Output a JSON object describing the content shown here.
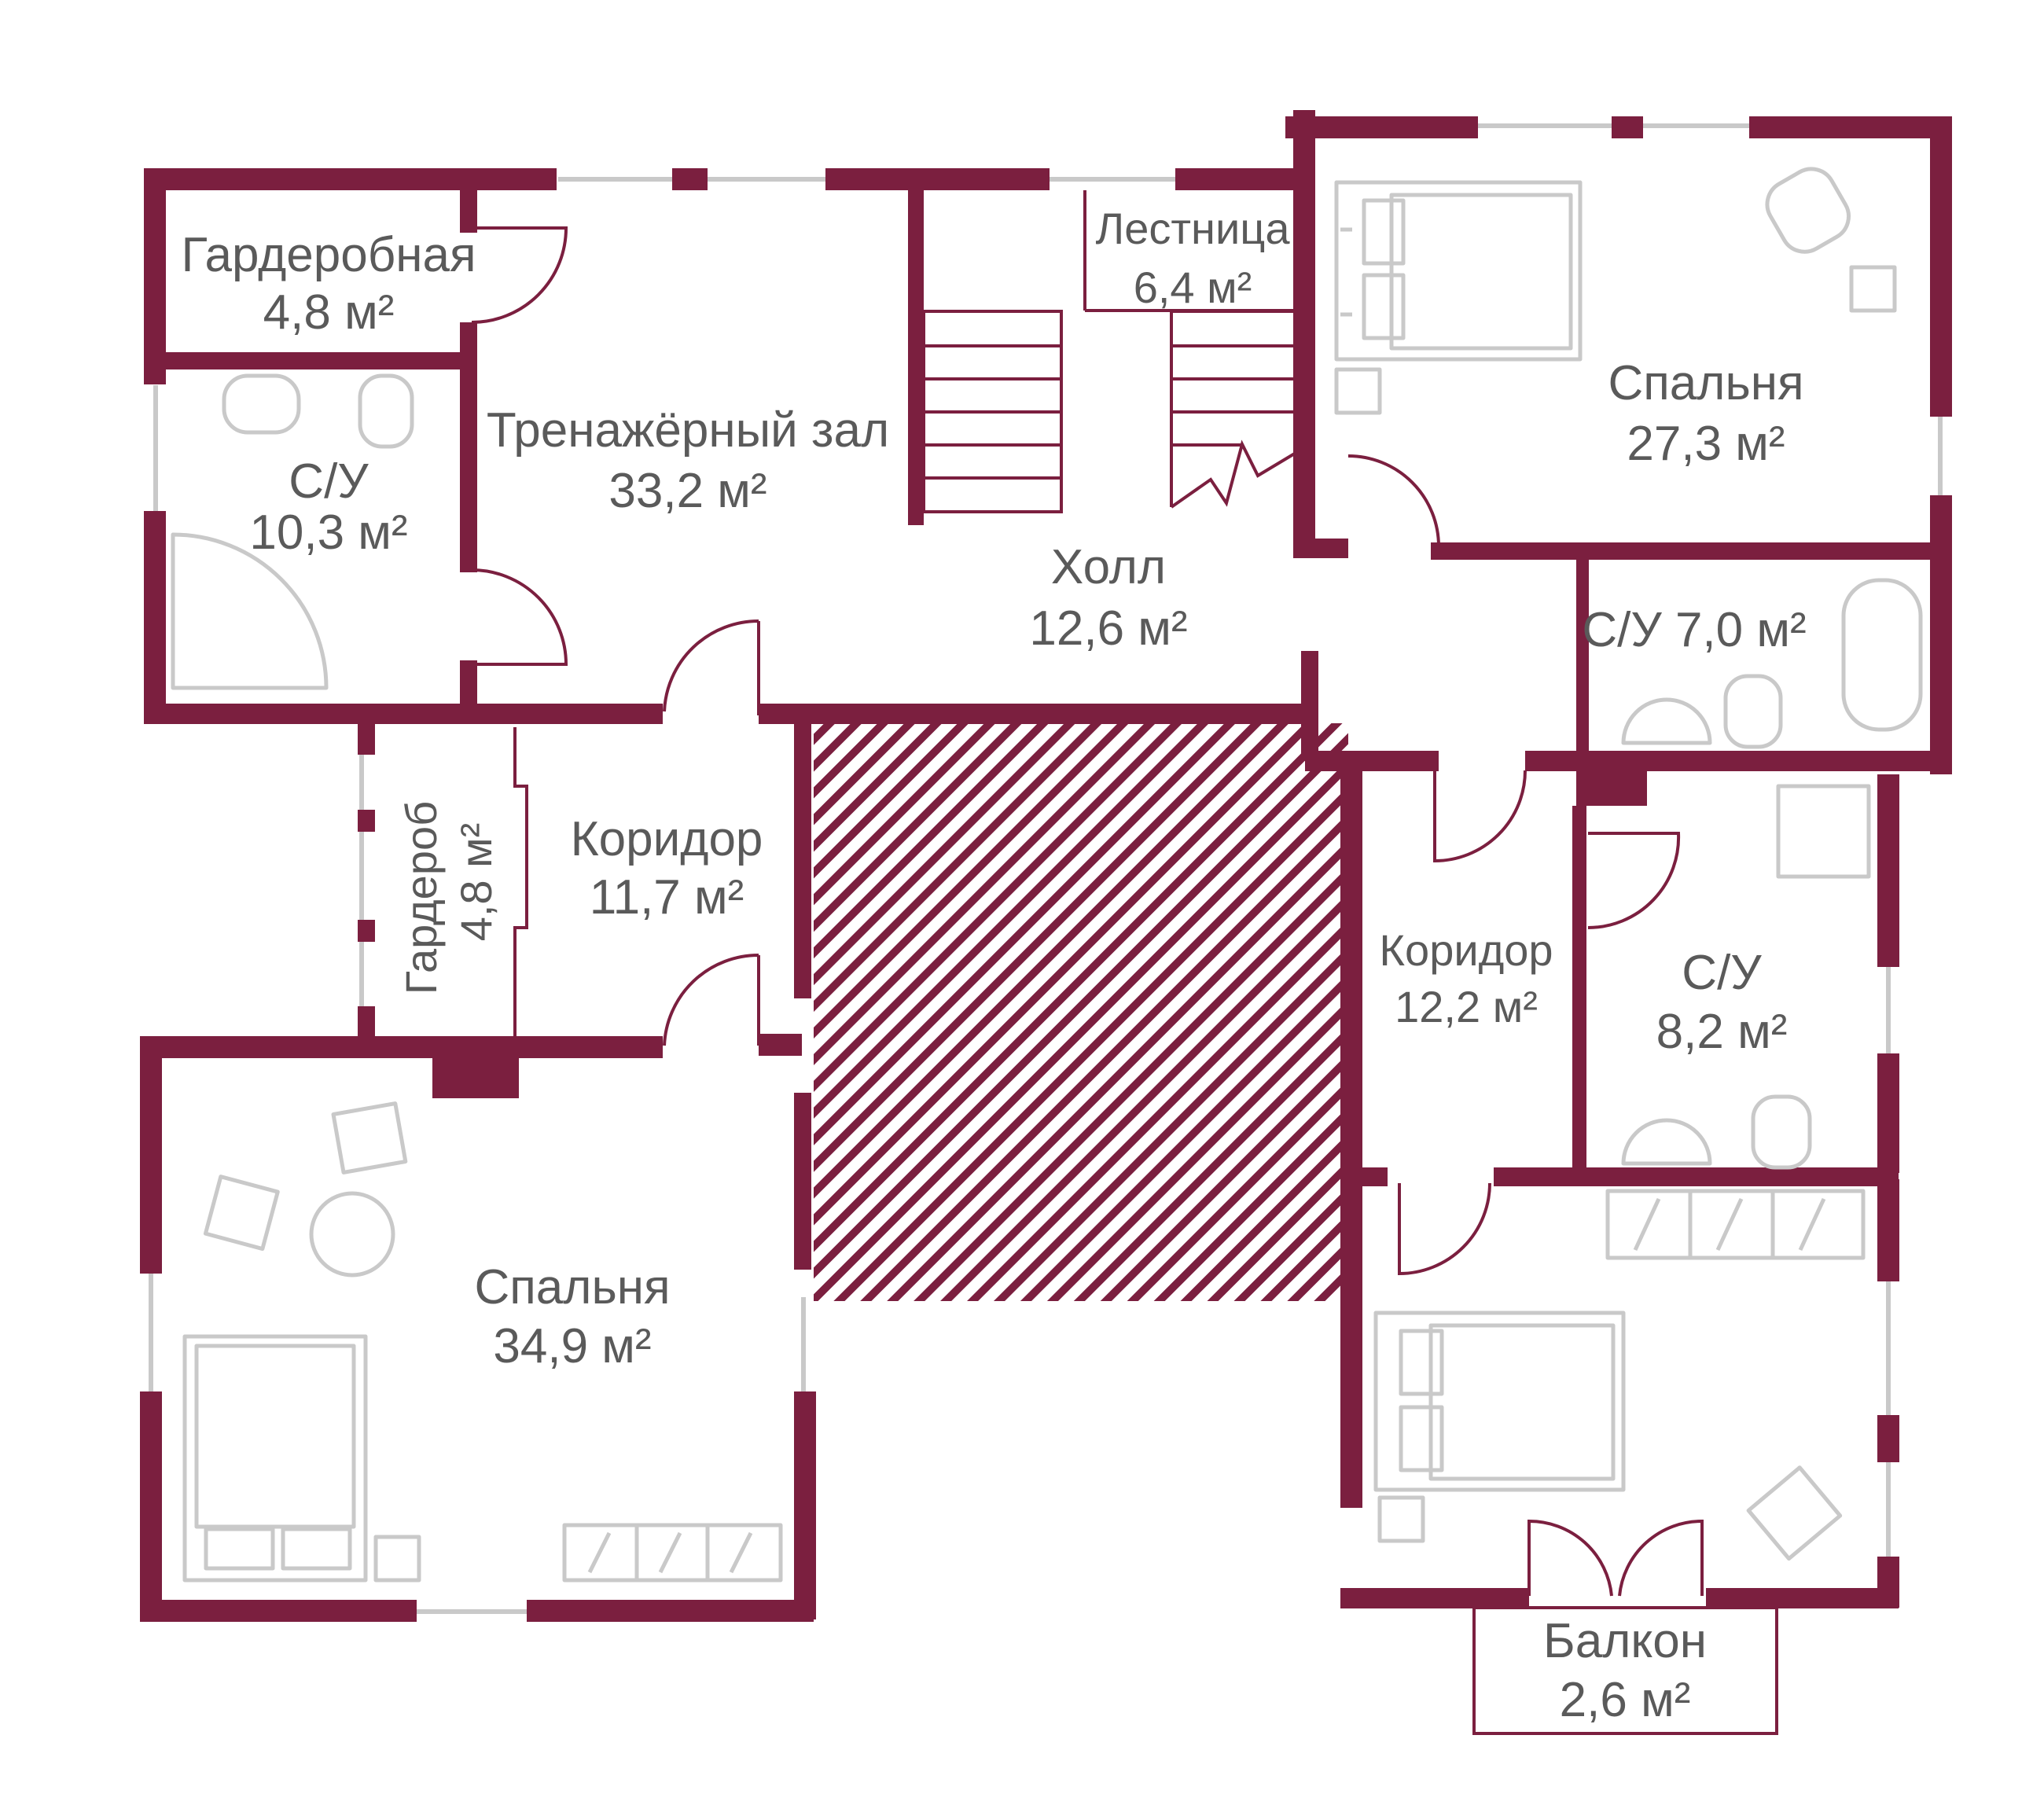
{
  "plan": {
    "accent_color": "#7b1f3f",
    "furniture_color": "#c9c9c9",
    "text_color": "#5a5a5a"
  },
  "rooms": {
    "wardrobe_room": {
      "name": "Гардеробная",
      "area": "4,8 м²"
    },
    "gym": {
      "name": "Тренажёрный зал",
      "area": "33,2 м²"
    },
    "stairs": {
      "name": "Лестница",
      "area": "6,4 м²"
    },
    "bedroom_top": {
      "name": "Спальня",
      "area": "27,3 м²"
    },
    "bathroom_left": {
      "name": "С/У",
      "area": "10,3 м²"
    },
    "hall": {
      "name": "Холл",
      "area": "12,6 м²"
    },
    "bathroom_right_top": {
      "label": "С/У 7,0 м²"
    },
    "closet": {
      "name": "Гардероб",
      "area": "4,8 м²"
    },
    "corridor_left": {
      "name": "Коридор",
      "area": "11,7 м²"
    },
    "corridor_right": {
      "name": "Коридор",
      "area": "12,2 м²"
    },
    "bathroom_right_mid": {
      "name": "С/У",
      "area": "8,2 м²"
    },
    "bedroom_left": {
      "name": "Спальня",
      "area": "34,9 м²"
    },
    "balcony": {
      "name": "Балкон",
      "area": "2,6 м²"
    }
  }
}
